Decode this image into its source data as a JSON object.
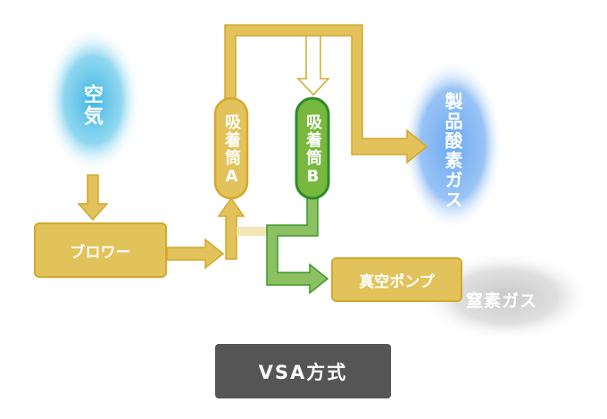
{
  "nodes": {
    "air": "空気",
    "blower": "ブロワー",
    "column_a": "吸着筒A",
    "column_b": "吸着筒B",
    "product": "製品酸素ガス",
    "vacuum_pump": "真空ポンプ",
    "nitrogen": "窒素ガス"
  },
  "title": "VSA方式",
  "colors": {
    "gold_fill": "#e2c25a",
    "gold_border": "#d4a82c",
    "green_fill": "#8cc063",
    "green_border": "#3a9a2a",
    "air_blue": "#6cc6e8",
    "product_blue": "#7ab0f0",
    "exhaust_gray": "#cccccc",
    "title_bg": "#555555"
  }
}
